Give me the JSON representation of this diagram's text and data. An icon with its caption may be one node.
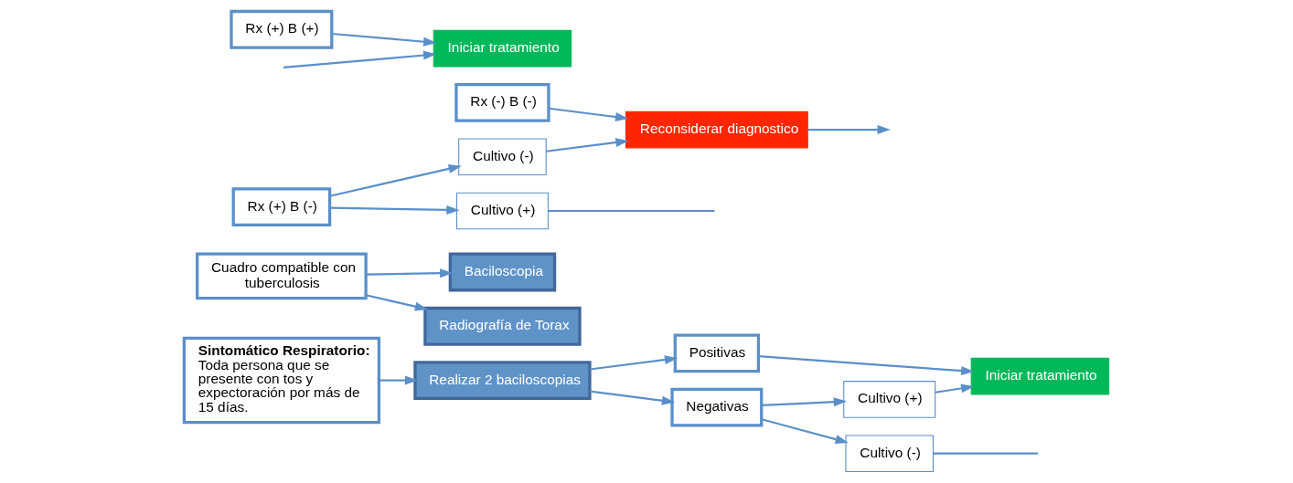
{
  "diagram": {
    "nodes": [
      {
        "text": [
          "Sintomático Respiratorio:",
          "Toda persona que se presente con tos y expectoración por más de 15 días."
        ]
      },
      {
        "text": [
          "Realizar 2 baciloscopias"
        ]
      },
      {
        "text": [
          "Positivas"
        ]
      },
      {
        "text": [
          "Negativas"
        ]
      },
      {
        "text": [
          "Iniciar tratamiento"
        ]
      },
      {
        "text": [
          "Cultivo (+)"
        ]
      },
      {
        "text": [
          "Cultivo (-)"
        ]
      },
      {
        "text": [
          "Cuadro compatible con tuberculosis"
        ]
      },
      {
        "text": [
          "Baciloscopia"
        ]
      },
      {
        "text": [
          "Radiografía de Torax"
        ]
      },
      {
        "text": [
          "Rx (-) B (-)"
        ]
      },
      {
        "text": [
          "Rx (+) B (-)"
        ]
      },
      {
        "text": [
          "Rx (+) B (+)"
        ]
      },
      {
        "text": [
          "Reconsiderar diagnostico"
        ]
      },
      {
        "text": [
          "Cultivo (-)"
        ]
      },
      {
        "text": [
          "Cultivo (+)"
        ]
      },
      {
        "text": [
          "Iniciar tratamiento"
        ]
      }
    ],
    "edges": [
      {
        "from": 0,
        "to": 1,
        "arrow": "to"
      },
      {
        "from": 1,
        "to": 2,
        "arrow": "to"
      },
      {
        "from": 1,
        "to": 3,
        "arrow": "to"
      },
      {
        "from": 2,
        "to": 4,
        "arrow": "to"
      },
      {
        "from": 3,
        "to": 5,
        "arrow": "to"
      },
      {
        "from": 3,
        "to": 6,
        "arrow": "to"
      },
      {
        "from": 5,
        "to": 4,
        "arrow": "to"
      },
      {
        "from": 6,
        "to": null,
        "arrow": "none"
      },
      {
        "from": 7,
        "to": 8,
        "arrow": "to"
      },
      {
        "from": 7,
        "to": 9,
        "arrow": "to"
      },
      {
        "from": 10,
        "to": 13,
        "arrow": "to"
      },
      {
        "from": 11,
        "to": 14,
        "arrow": "to"
      },
      {
        "from": 11,
        "to": 15,
        "arrow": "to"
      },
      {
        "from": 12,
        "to": 16,
        "arrow": "to"
      },
      {
        "from": 14,
        "to": 13,
        "arrow": "to"
      },
      {
        "from": 13,
        "to": null,
        "arrow": "to"
      },
      {
        "from": 15,
        "to": null,
        "arrow": "none"
      },
      {
        "from": null,
        "to": 16,
        "arrow": "to"
      }
    ]
  }
}
